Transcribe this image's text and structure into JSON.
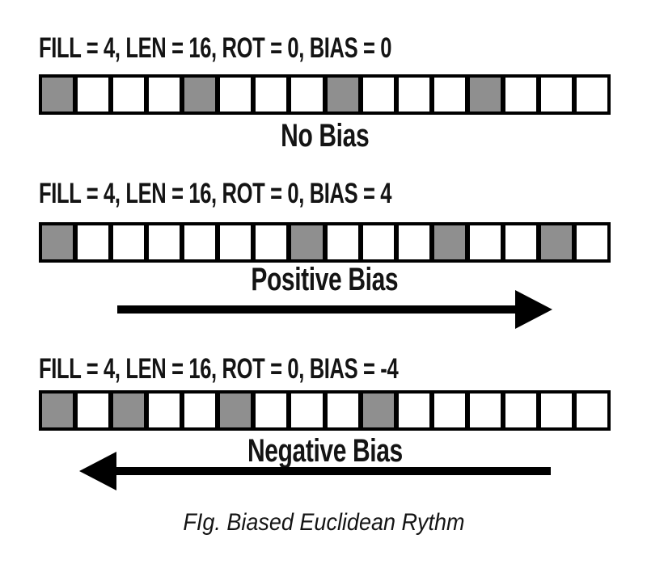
{
  "figure": {
    "caption": "FIg. Biased Euclidean Rythm"
  },
  "colors": {
    "cell_fill": "#8f8f8f",
    "cell_empty": "#ffffff",
    "line": "#000000",
    "text": "#141414",
    "background": "#ffffff"
  },
  "sections": [
    {
      "header": "FILL = 4, LEN = 16, ROT = 0, BIAS = 0",
      "label": "No Bias",
      "arrow": "none",
      "params": {
        "fill": 4,
        "len": 16,
        "rot": 0,
        "bias": 0
      },
      "cells": [
        1,
        0,
        0,
        0,
        1,
        0,
        0,
        0,
        1,
        0,
        0,
        0,
        1,
        0,
        0,
        0
      ]
    },
    {
      "header": "FILL = 4, LEN = 16, ROT = 0, BIAS = 4",
      "label": "Positive Bias",
      "arrow": "right",
      "params": {
        "fill": 4,
        "len": 16,
        "rot": 0,
        "bias": 4
      },
      "cells": [
        1,
        0,
        0,
        0,
        0,
        0,
        0,
        1,
        0,
        0,
        0,
        1,
        0,
        0,
        1,
        0
      ]
    },
    {
      "header": "FILL = 4, LEN = 16, ROT = 0, BIAS = -4",
      "label": "Negative Bias",
      "arrow": "left",
      "params": {
        "fill": 4,
        "len": 16,
        "rot": 0,
        "bias": -4
      },
      "cells": [
        1,
        0,
        1,
        0,
        0,
        1,
        0,
        0,
        0,
        1,
        0,
        0,
        0,
        0,
        0,
        0
      ]
    }
  ]
}
